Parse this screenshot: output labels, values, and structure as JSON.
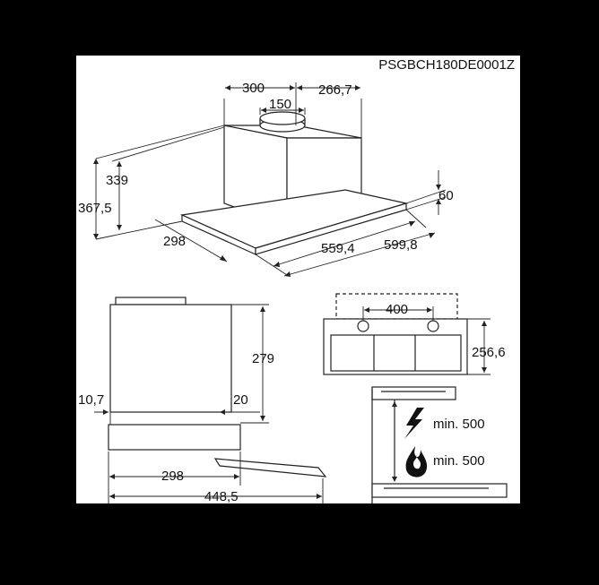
{
  "model_code": "PSGBCH180DE0001Z",
  "iso_view": {
    "width_top": "300",
    "depth_top": "266,7",
    "outlet_diameter": "150",
    "chimney_height": "339",
    "total_height": "367,5",
    "panel_thickness": "60",
    "depth_front": "298",
    "inner_width": "559,4",
    "outer_width": "599,8"
  },
  "side_view": {
    "height": "279",
    "offset_left": "10,7",
    "offset_right": "20",
    "depth": "298",
    "total_depth": "448,5"
  },
  "front_view": {
    "hole_spacing": "400",
    "front_height": "256,6"
  },
  "clearance": {
    "electric": "min. 500",
    "gas": "min. 500"
  },
  "icons": [
    "lightning-icon",
    "flame-icon"
  ]
}
